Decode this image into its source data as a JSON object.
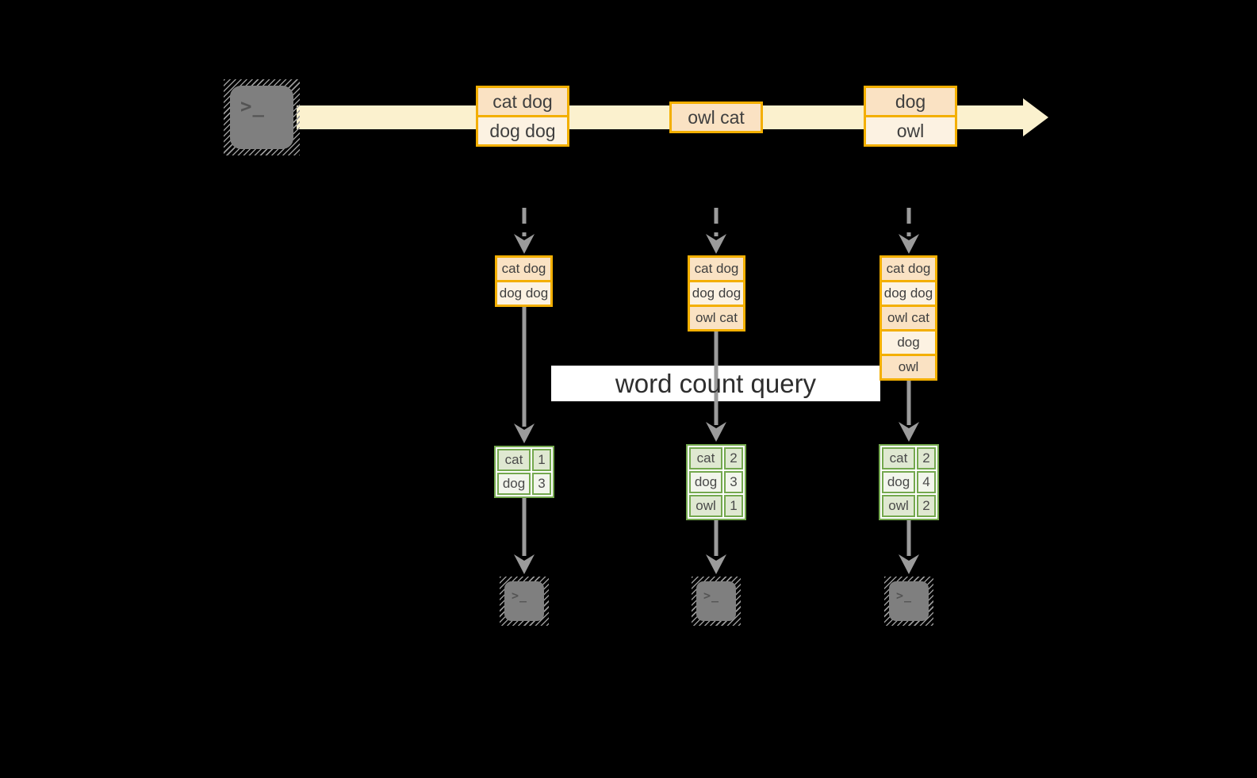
{
  "colors": {
    "background": "#000000",
    "orange-border": "#F3AF00",
    "peach-dark": "#FAE2C3",
    "peach-light": "#FCF2E2",
    "band-cream": "#FBF1CE",
    "green-border": "#74A84E",
    "green-tint": "#DFE8D1",
    "green-plain": "#F2F5EC",
    "arrow-gray": "#9B9B9B",
    "terminal-gray": "#7F7F7F",
    "terminal-glyph": "#545454",
    "text-dark": "#3F3F3F",
    "query-bg": "#FFFFFF",
    "query-text": "#2E2E2E"
  },
  "icons": {
    "terminal_prompt": ">_"
  },
  "query_label": "word count query",
  "timeline": {
    "batches": [
      {
        "rows": [
          "cat dog",
          "dog dog"
        ]
      },
      {
        "rows": [
          "owl cat"
        ]
      },
      {
        "rows": [
          "dog",
          "owl"
        ]
      }
    ]
  },
  "columns": [
    {
      "buffer_rows": [
        "cat dog",
        "dog dog"
      ],
      "counts": [
        {
          "word": "cat",
          "count": "1"
        },
        {
          "word": "dog",
          "count": "3"
        }
      ]
    },
    {
      "buffer_rows": [
        "cat dog",
        "dog dog",
        "owl cat"
      ],
      "counts": [
        {
          "word": "cat",
          "count": "2"
        },
        {
          "word": "dog",
          "count": "3"
        },
        {
          "word": "owl",
          "count": "1"
        }
      ]
    },
    {
      "buffer_rows": [
        "cat dog",
        "dog dog",
        "owl cat",
        "dog",
        "owl"
      ],
      "counts": [
        {
          "word": "cat",
          "count": "2"
        },
        {
          "word": "dog",
          "count": "4"
        },
        {
          "word": "owl",
          "count": "2"
        }
      ]
    }
  ]
}
